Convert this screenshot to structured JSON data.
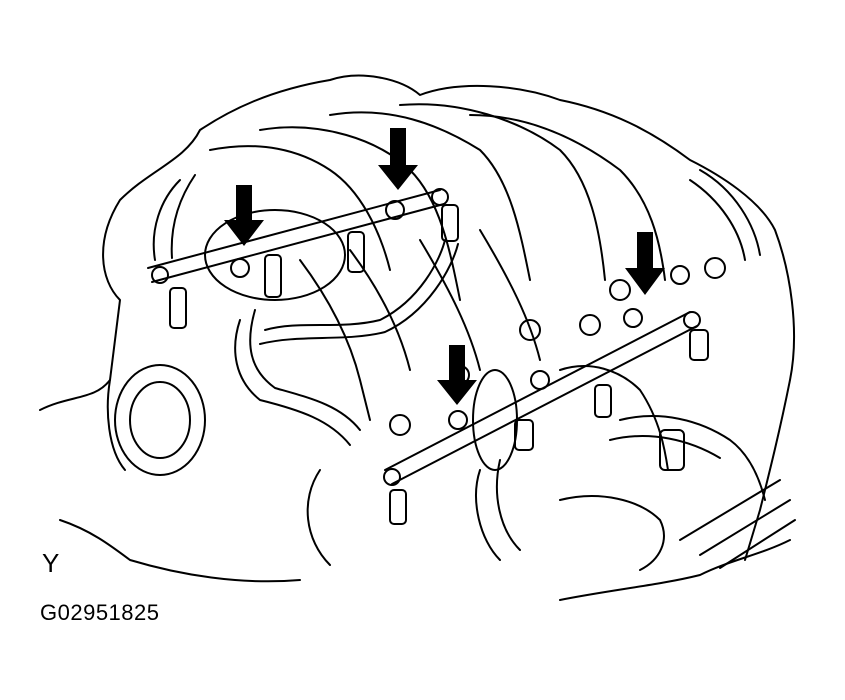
{
  "figure": {
    "corner_label": "Y",
    "code": "G02951825",
    "colors": {
      "line": "#000000",
      "background": "#ffffff"
    },
    "callout_arrow_count": 4
  }
}
